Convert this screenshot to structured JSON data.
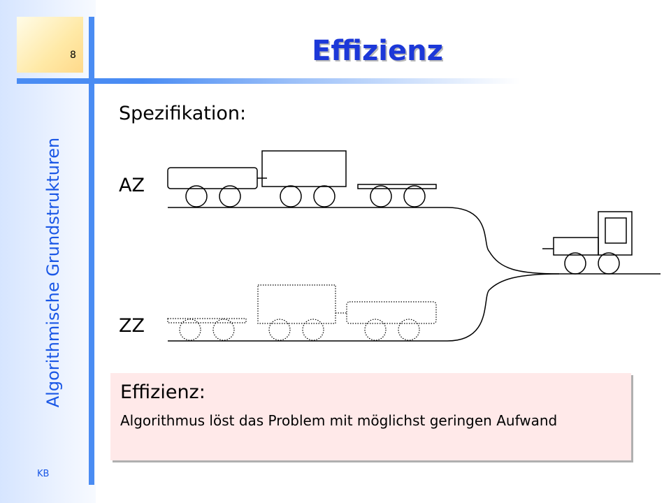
{
  "slide": {
    "page_number": "8",
    "sidebar_title": "Algorithmische Grundstrukturen",
    "footer_initials": "KB",
    "title": "Effizienz"
  },
  "content": {
    "spec_label": "Spezifikation:",
    "az_label": "AZ",
    "zz_label": "ZZ"
  },
  "definition": {
    "heading": "Effizienz:",
    "text": "Algorithmus löst das Problem mit möglichst geringen Aufwand"
  },
  "colors": {
    "accent_blue": "#4a8cf3",
    "title_blue": "#1c38d8",
    "sidebar_text": "#1a57e6",
    "box_background": "#ffe9e9"
  }
}
